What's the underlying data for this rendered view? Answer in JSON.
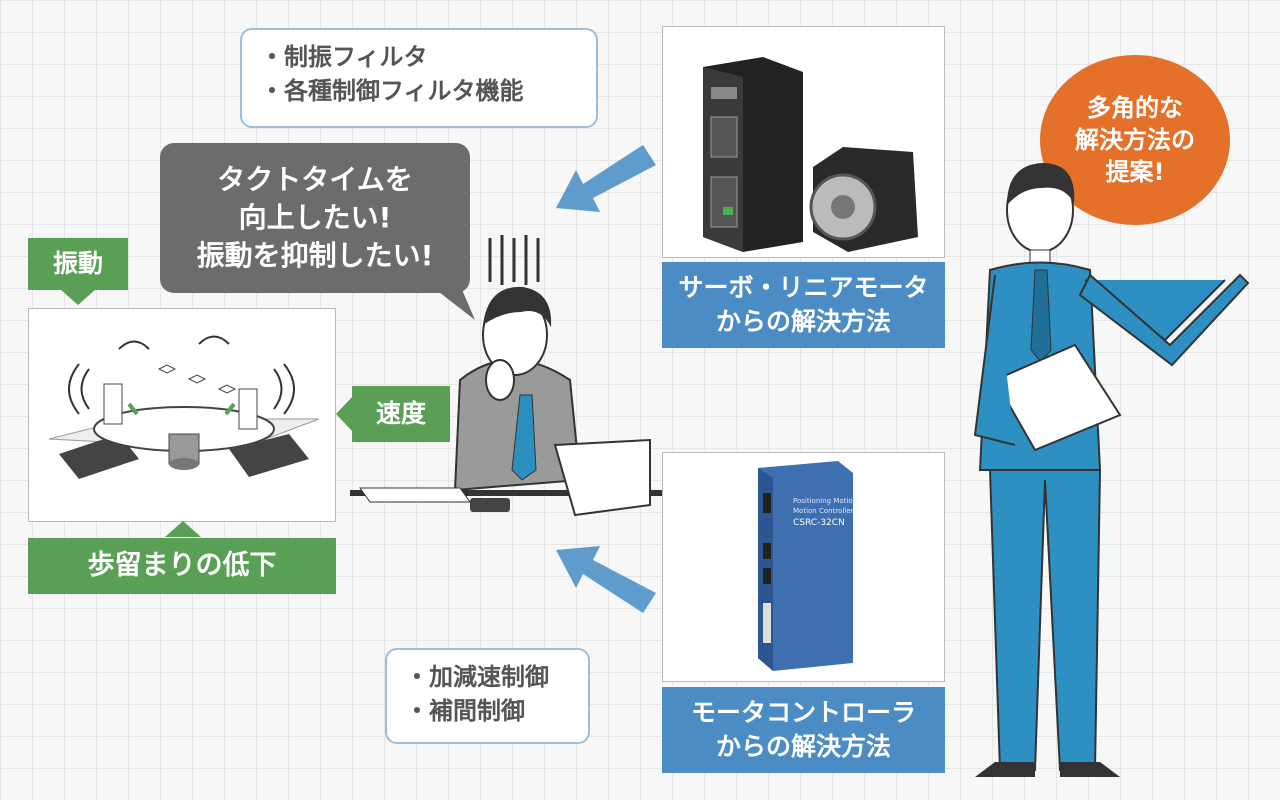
{
  "filter_note": {
    "items": [
      "・制振フィルタ",
      "・各種制御フィルタ機能"
    ]
  },
  "speech_bubble": {
    "lines": [
      "タクトタイムを",
      "向上したい!",
      "振動を抑制したい!"
    ]
  },
  "labels": {
    "vibration": "振動",
    "speed": "速度",
    "yield_drop": "歩留まりの低下"
  },
  "servo": {
    "caption_line1": "サーボ・リニアモータ",
    "caption_line2": "からの解決方法"
  },
  "controller": {
    "caption_line1": "モータコントローラ",
    "caption_line2": "からの解決方法",
    "device_text": [
      "Positioning Motion",
      "Motion Controller",
      "CSRC-32CN"
    ]
  },
  "control_note": {
    "items": [
      "・加減速制御",
      "・補間制御"
    ]
  },
  "proposal": {
    "lines": [
      "多角的な",
      "解決方法の",
      "提案!"
    ]
  },
  "colors": {
    "accent_blue": "#4b8cc4",
    "green": "#5a9f56",
    "orange": "#e4702a",
    "bubble_gray": "#6c6c6c"
  }
}
